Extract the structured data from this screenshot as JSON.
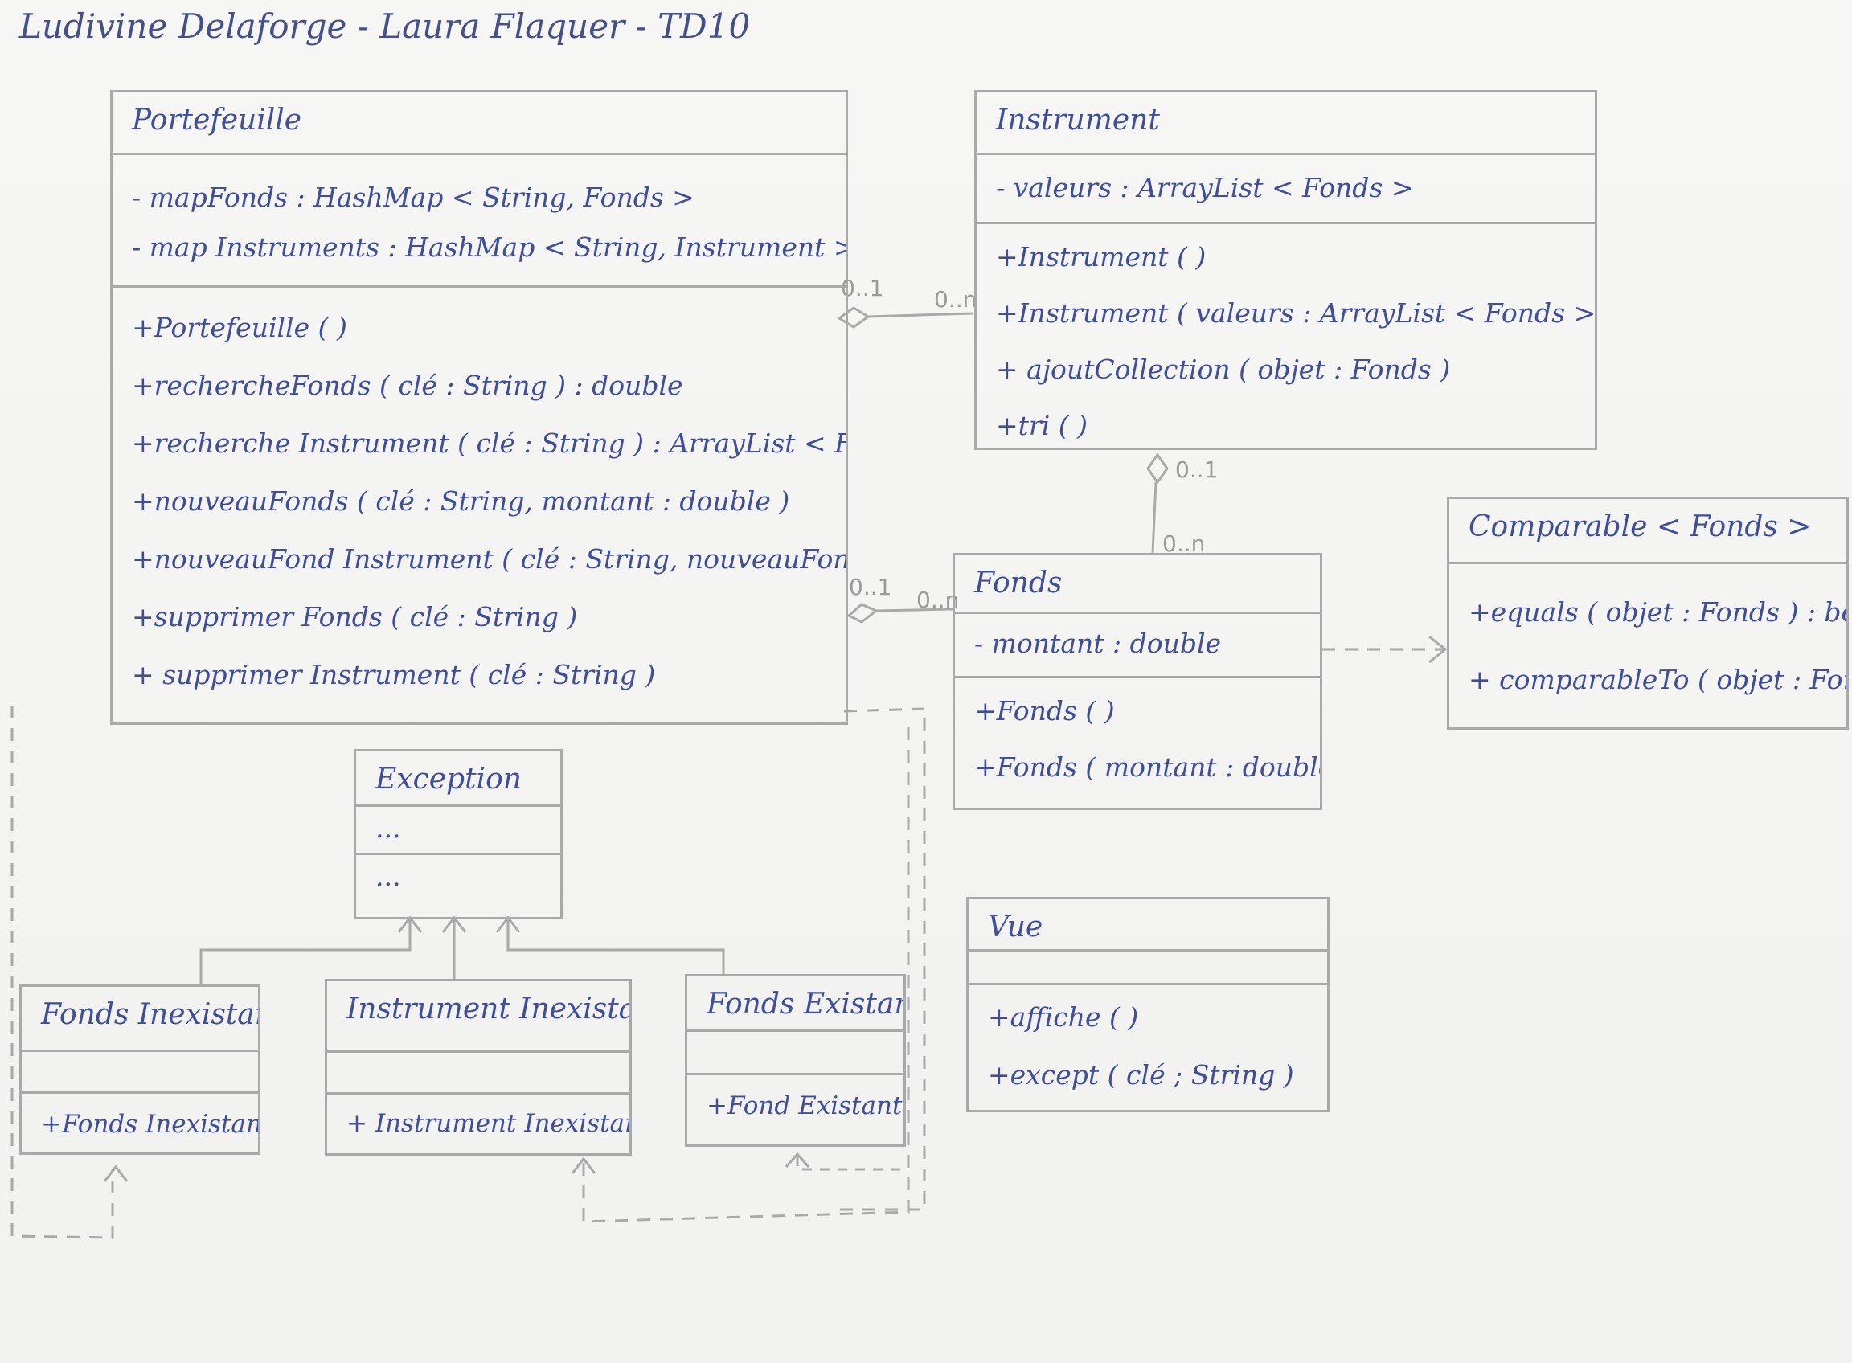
{
  "title": "Ludivine Delaforge - Laura Flaquer - TD10",
  "classes": {
    "portefeuille": {
      "name": "Portefeuille",
      "attributes": [
        "- mapFonds : HashMap < String, Fonds >",
        "- map Instruments : HashMap < String, Instrument >"
      ],
      "methods": [
        "+Portefeuille ( )",
        "+rechercheFonds ( clé : String ) : double",
        "+recherche Instrument ( clé : String ) : ArrayList < Fonds >",
        "+nouveauFonds ( clé : String, montant : double )",
        "+nouveauFond Instrument ( clé : String, nouveauFond : Fonds )",
        "+supprimer Fonds ( clé : String )",
        "+ supprimer Instrument ( clé : String )"
      ]
    },
    "instrument": {
      "name": "Instrument",
      "attributes": [
        "- valeurs : ArrayList < Fonds >"
      ],
      "methods": [
        "+Instrument ( )",
        "+Instrument ( valeurs : ArrayList < Fonds > )",
        "+ ajoutCollection ( objet : Fonds )",
        "+tri ( )"
      ]
    },
    "fonds": {
      "name": "Fonds",
      "attributes": [
        "- montant : double"
      ],
      "methods": [
        "+Fonds ( )",
        "+Fonds ( montant : double )"
      ]
    },
    "comparable": {
      "name": "Comparable < Fonds >",
      "attributes": [],
      "methods": [
        "+equals ( objet : Fonds ) : boolean",
        "+ comparableTo ( objet : Fonds ) : byte"
      ]
    },
    "exception": {
      "name": "Exception",
      "attributes": [
        "..."
      ],
      "methods": [
        "..."
      ]
    },
    "vue": {
      "name": "Vue",
      "attributes": [],
      "methods": [
        "+affiche ( )",
        "+except ( clé ; String )"
      ]
    },
    "fonds_inexistant": {
      "name": "Fonds Inexistant",
      "attributes": [],
      "methods": [
        "+Fonds Inexistant"
      ]
    },
    "instrument_inexistant": {
      "name": "Instrument Inexistant",
      "attributes": [],
      "methods": [
        "+ Instrument Inexistant"
      ]
    },
    "fonds_existant": {
      "name": "Fonds Existant",
      "attributes": [],
      "methods": [
        "+Fond Existant"
      ]
    }
  },
  "multiplicities": {
    "portefeuille_instrument_source": "0..1",
    "portefeuille_instrument_target": "0..n",
    "instrument_fonds_source": "0..1",
    "instrument_fonds_target": "0..n",
    "portefeuille_fonds_source": "0..1",
    "portefeuille_fonds_target": "0..n"
  },
  "colors": {
    "ink": "#3f4d9a",
    "pencil": "#a9a9a9",
    "paper": "#f4f4f2"
  }
}
